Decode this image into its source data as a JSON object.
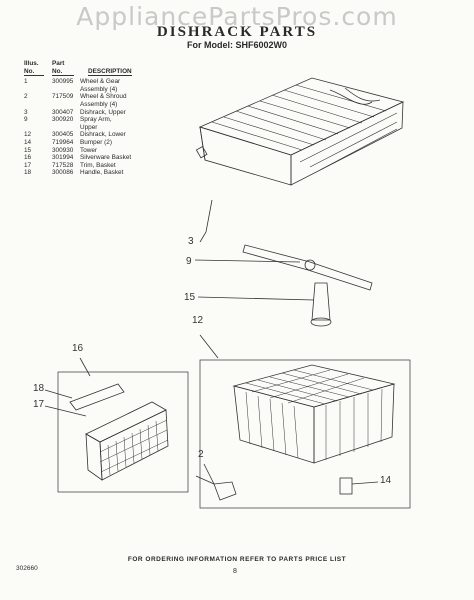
{
  "watermark": "AppliancePartsPros.com",
  "title": "DISHRACK PARTS",
  "model_line": "For Model: SHF6002W0",
  "table": {
    "headers": {
      "illus_top": "Illus.",
      "illus_bottom": "No.",
      "part_top": "Part",
      "part_bottom": "No.",
      "desc": "DESCRIPTION"
    },
    "rows": [
      {
        "illus": "1",
        "part": "300995",
        "desc": "Wheel & Gear"
      },
      {
        "illus": "",
        "part": "",
        "desc": "Assembly (4)"
      },
      {
        "illus": "2",
        "part": "717509",
        "desc": "Wheel & Shroud"
      },
      {
        "illus": "",
        "part": "",
        "desc": "Assembly (4)"
      },
      {
        "illus": "3",
        "part": "300407",
        "desc": "Dishrack, Upper"
      },
      {
        "illus": "9",
        "part": "300920",
        "desc": "Spray Arm,"
      },
      {
        "illus": "",
        "part": "",
        "desc": "Upper"
      },
      {
        "illus": "12",
        "part": "300405",
        "desc": "Dishrack, Lower"
      },
      {
        "illus": "14",
        "part": "719964",
        "desc": "Bumper (2)"
      },
      {
        "illus": "15",
        "part": "300930",
        "desc": "Tower"
      },
      {
        "illus": "16",
        "part": "301994",
        "desc": "Silverware Basket"
      },
      {
        "illus": "17",
        "part": "717528",
        "desc": "Trim, Basket"
      },
      {
        "illus": "18",
        "part": "300086",
        "desc": "Handle, Basket"
      }
    ]
  },
  "callouts": {
    "c3": "3",
    "c9": "9",
    "c15": "15",
    "c12": "12",
    "c16": "16",
    "c18": "18",
    "c17": "17",
    "c2": "2",
    "c14": "14"
  },
  "footer": "FOR ORDERING INFORMATION REFER TO PARTS PRICE LIST",
  "doc_number": "302660",
  "page_number": "8"
}
